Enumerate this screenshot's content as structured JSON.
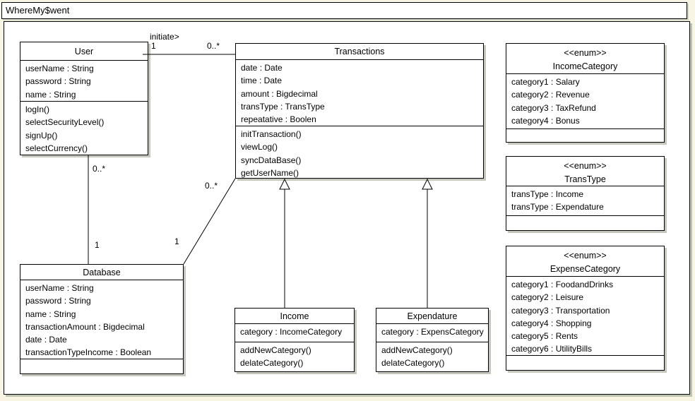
{
  "diagram": {
    "title": "WhereMy$went"
  },
  "classes": [
    {
      "name": "User",
      "attributes": [
        "userName : String",
        "password : String",
        "name : String"
      ],
      "methods": [
        "logIn()",
        "selectSecurityLevel()",
        "signUp()",
        "selectCurrency()"
      ]
    },
    {
      "name": "Transactions",
      "attributes": [
        "date : Date",
        "time : Date",
        "amount : Bigdecimal",
        "transType : TransType",
        "repeatative : Boolen"
      ],
      "methods": [
        "initTransaction()",
        "viewLog()",
        "syncDataBase()",
        "getUserName()"
      ]
    },
    {
      "name": "Database",
      "attributes": [
        "userName : String",
        "password : String",
        "name : String",
        "transactionAmount : Bigdecimal",
        "date : Date",
        "transactionTypeIncome : Boolean"
      ],
      "methods": []
    },
    {
      "name": "Income",
      "attributes": [
        "category : IncomeCategory"
      ],
      "methods": [
        "addNewCategory()",
        "delateCategory()"
      ]
    },
    {
      "name": "Expendature",
      "attributes": [
        "category : ExpensCategory"
      ],
      "methods": [
        "addNewCategory()",
        "delateCategory()"
      ]
    },
    {
      "stereotype": "<<enum>>",
      "name": "IncomeCategory",
      "attributes": [
        "category1 : Salary",
        "category2 : Revenue",
        "category3 : TaxRefund",
        "category4 : Bonus"
      ],
      "methods": []
    },
    {
      "stereotype": "<<enum>>",
      "name": "TransType",
      "attributes": [
        "transType : Income",
        "transType : Expendature"
      ],
      "methods": []
    },
    {
      "stereotype": "<<enum>>",
      "name": "ExpenseCategory",
      "attributes": [
        "category1 : FoodandDrinks",
        "category2 : Leisure",
        "category3 : Transportation",
        "category4 : Shopping",
        "category5 : Rents",
        "category6 : UtilityBills"
      ],
      "methods": []
    }
  ],
  "relationships": [
    {
      "type": "association",
      "label": "initiate>",
      "from": "User",
      "to": "Transactions",
      "from_multiplicity": "1",
      "to_multiplicity": "0..*"
    },
    {
      "type": "association",
      "from": "User",
      "to": "Database",
      "from_multiplicity": "0..*",
      "to_multiplicity": "1"
    },
    {
      "type": "association",
      "from": "Transactions",
      "to": "Database",
      "from_multiplicity": "0..*",
      "to_multiplicity": "1"
    },
    {
      "type": "generalization",
      "from": "Income",
      "to": "Transactions"
    },
    {
      "type": "generalization",
      "from": "Expendature",
      "to": "Transactions"
    }
  ],
  "colors": {
    "canvas": "#ffffff",
    "page_background": "#f9f5e4",
    "line": "#000000",
    "box_shadow": "#c6c6bd"
  }
}
